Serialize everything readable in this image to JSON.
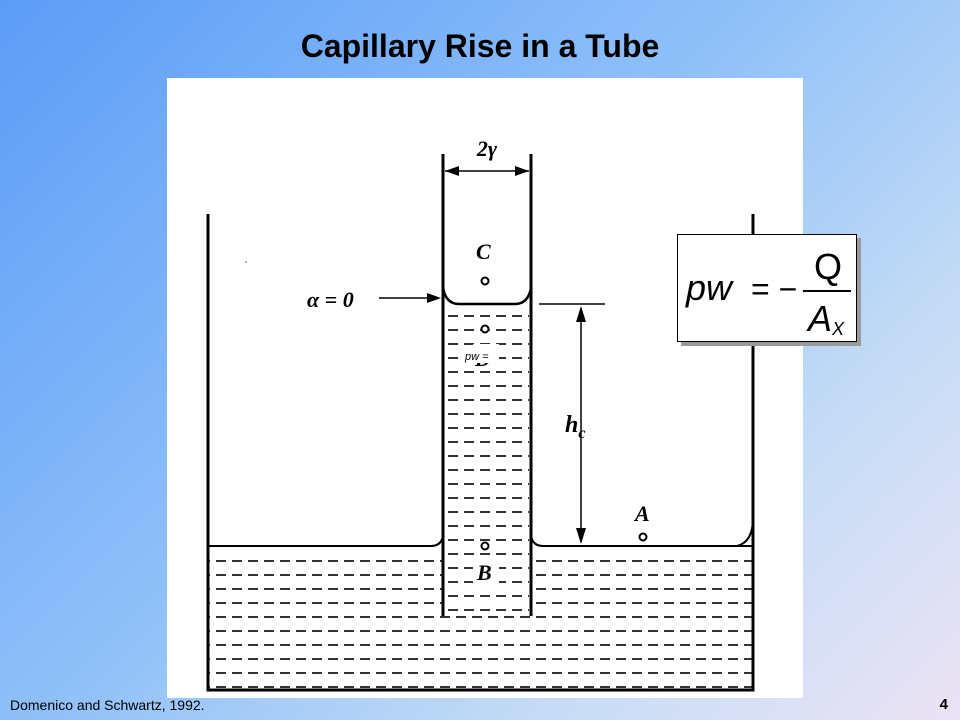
{
  "slide": {
    "title": "Capillary Rise in a Tube",
    "caption": "Domenico and Schwartz, 1992.",
    "page_number": "4"
  },
  "diagram": {
    "tube_width_label": "2γ",
    "contact_angle_label": "α = 0",
    "rise_height_label": "h",
    "rise_height_subscript": "c",
    "points": [
      "C",
      "D",
      "A",
      "B"
    ],
    "small_formula_label": "pw ="
  },
  "formula": {
    "lhs": "pw",
    "equals": "= −",
    "numerator": "Q",
    "denominator": "A",
    "denominator_subscript": "X"
  }
}
